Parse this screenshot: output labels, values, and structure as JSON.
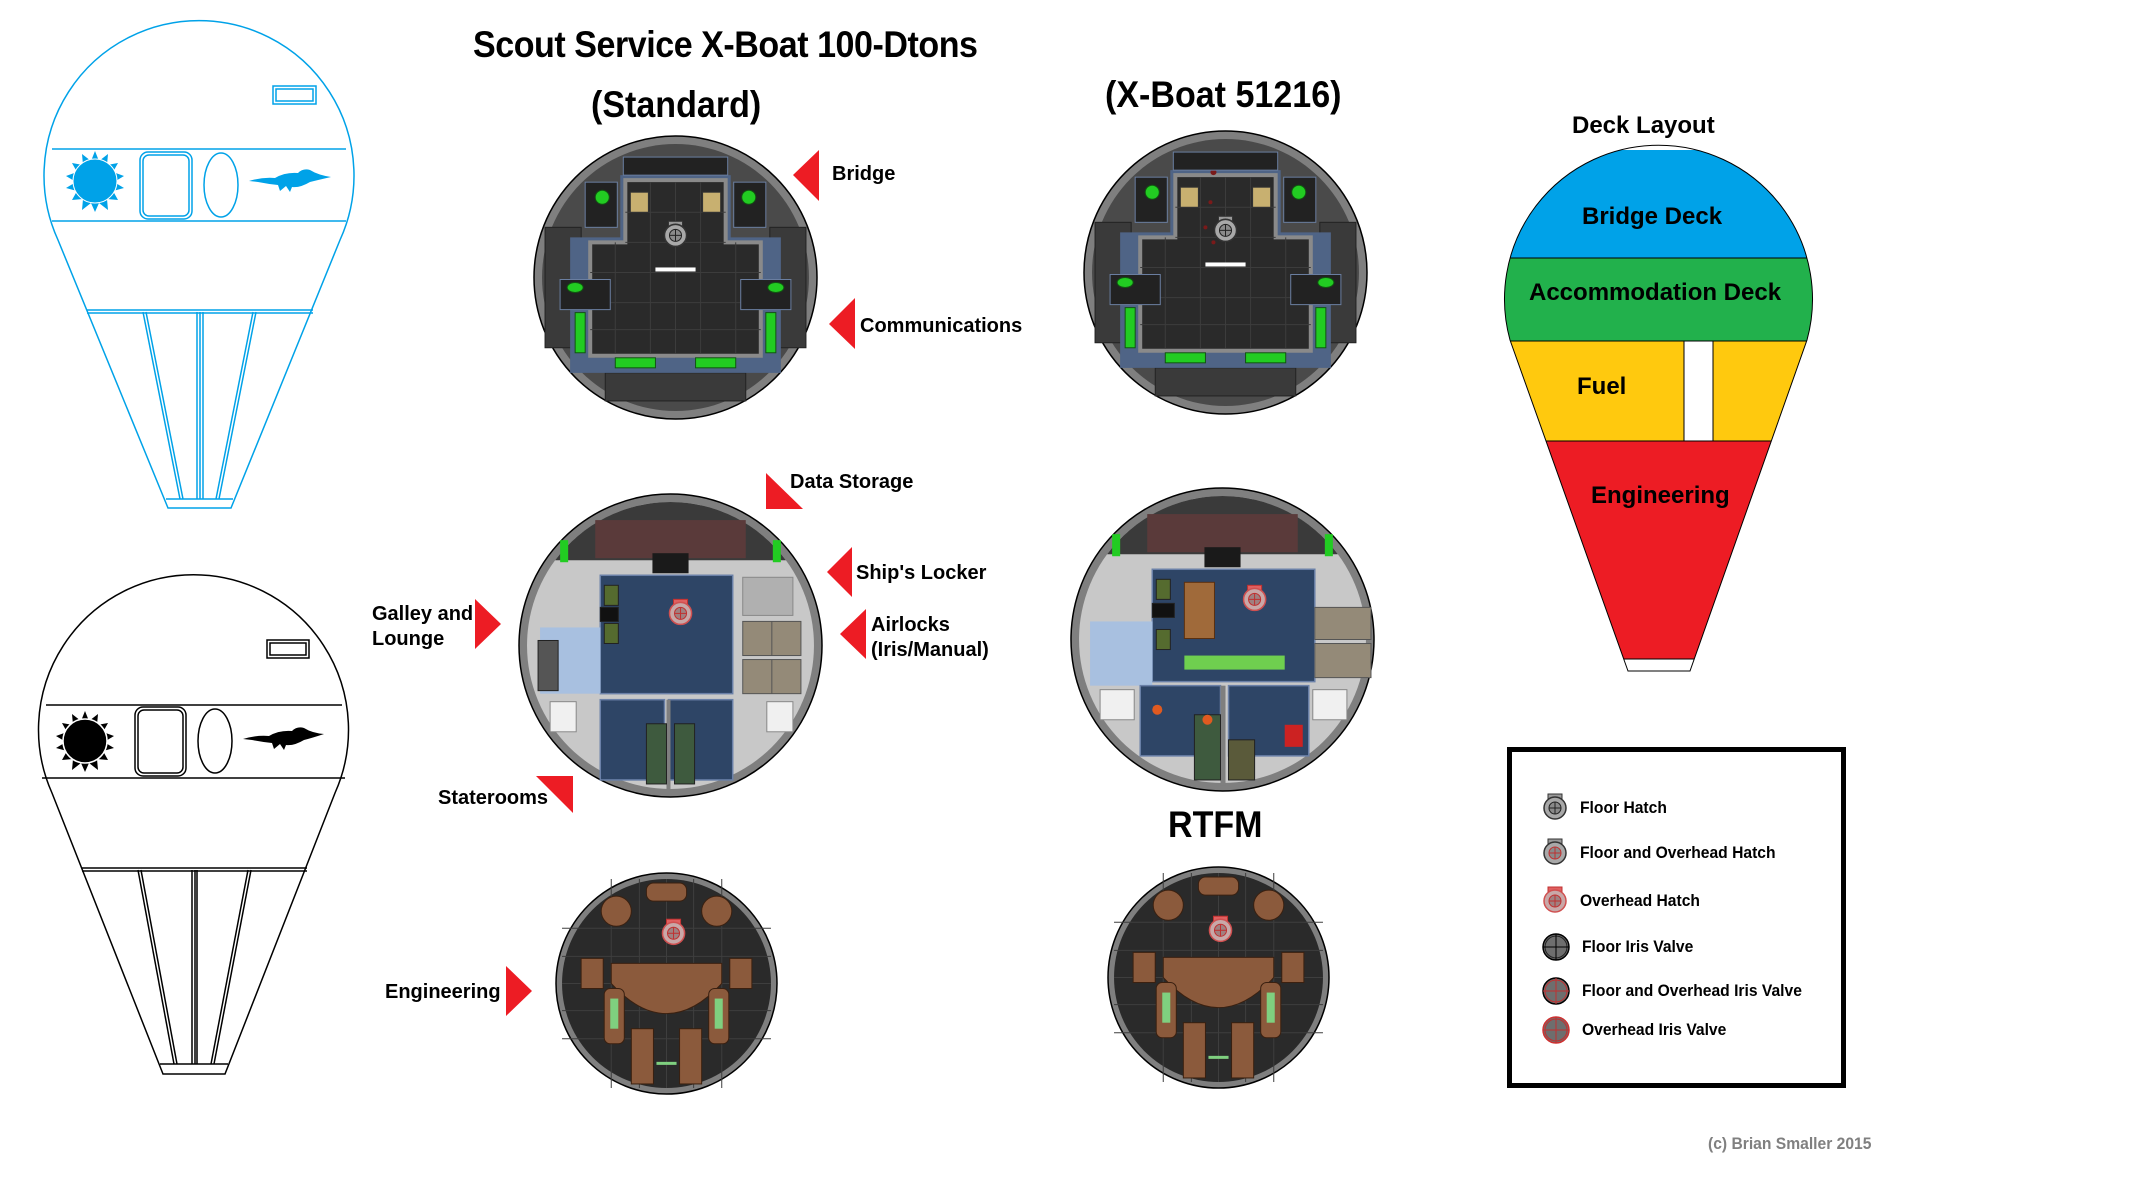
{
  "title": "Scout Service X-Boat 100-Dtons",
  "variants": {
    "standard": "(Standard)",
    "xboat": "(X-Boat 51216)",
    "rtfm": "RTFM"
  },
  "callouts": {
    "bridge": "Bridge",
    "communications": "Communications",
    "data_storage": "Data Storage",
    "ships_locker": "Ship's Locker",
    "galley_line1": "Galley and",
    "galley_line2": "Lounge",
    "airlocks_line1": "Airlocks",
    "airlocks_line2": "(Iris/Manual)",
    "staterooms": "Staterooms",
    "engineering": "Engineering"
  },
  "deck_layout": {
    "title": "Deck Layout",
    "sections": [
      {
        "label": "Bridge Deck",
        "color": "#00a2e8"
      },
      {
        "label": "Accommodation Deck",
        "color": "#22b14c"
      },
      {
        "label": "Fuel",
        "color": "#ffc90e"
      },
      {
        "label": "Engineering",
        "color": "#ed1c24"
      }
    ]
  },
  "exterior_views": [
    {
      "name": "blue-outline",
      "color": "#00a2e8"
    },
    {
      "name": "black-outline",
      "color": "#000000"
    }
  ],
  "legend": {
    "items": [
      {
        "label": "Floor Hatch",
        "icon": "floor-hatch-icon"
      },
      {
        "label": "Floor and Overhead Hatch",
        "icon": "floor-overhead-hatch-icon"
      },
      {
        "label": "Overhead Hatch",
        "icon": "overhead-hatch-icon"
      },
      {
        "label": "Floor Iris  Valve",
        "icon": "floor-iris-valve-icon"
      },
      {
        "label": "Floor and Overhead Iris Valve",
        "icon": "floor-overhead-iris-valve-icon"
      },
      {
        "label": "Overhead Iris Valve",
        "icon": "overhead-iris-valve-icon"
      }
    ]
  },
  "colors": {
    "arrow": "#ed1c24",
    "hull_rim": "#7f7f7f",
    "deck_floor": "#2a2a2a",
    "room_blue": "#2e4566",
    "panel_blue": "#4f6486",
    "copper": "#8b5a3c"
  },
  "copyright": "(c) Brian Smaller 2015"
}
